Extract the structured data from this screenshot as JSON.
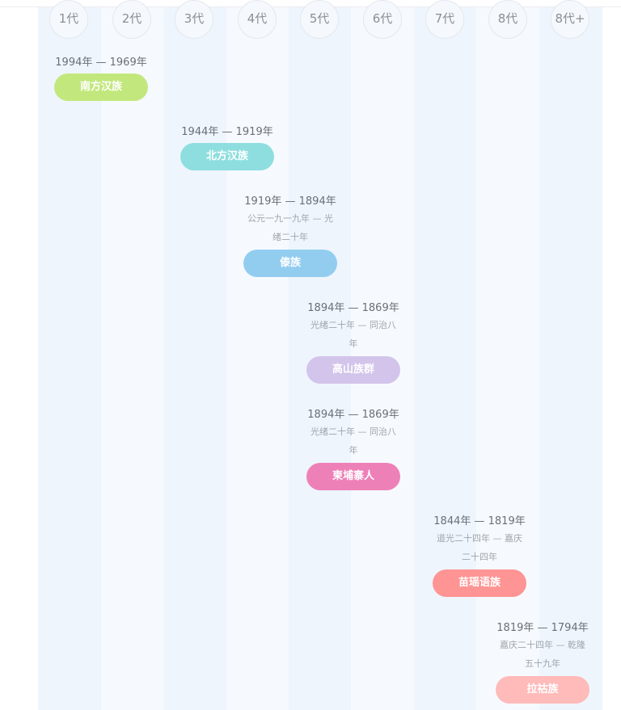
{
  "generations": [
    "1代",
    "2代",
    "3代",
    "4代",
    "5代",
    "6代",
    "7代",
    "8代",
    "8代+"
  ],
  "entries": [
    {
      "years": "1994年 — 1969年",
      "reign": "",
      "ethnicity": "南方汉族",
      "color": "#c2e87d"
    },
    {
      "years": "1944年 — 1919年",
      "reign": "",
      "ethnicity": "北方汉族",
      "color": "#8fdedf"
    },
    {
      "years": "1919年 — 1894年",
      "reign": "公元一九一九年 — 光绪二十年",
      "ethnicity": "傣族",
      "color": "#92cdf0"
    },
    {
      "years": "1894年 — 1869年",
      "reign": "光绪二十年 — 同治八年",
      "ethnicity": "高山族群",
      "color": "#d2c4ea"
    },
    {
      "years": "1894年 — 1869年",
      "reign": "光绪二十年 — 同治八年",
      "ethnicity": "柬埔寨人",
      "color": "#ee80b8"
    },
    {
      "years": "1844年 — 1819年",
      "reign": "道光二十四年 — 嘉庆二十四年",
      "ethnicity": "苗瑶语族",
      "color": "#ff9494"
    },
    {
      "years": "1819年 — 1794年",
      "reign": "嘉庆二十四年 — 乾隆五十九年",
      "ethnicity": "拉祜族",
      "color": "#ffbaba"
    }
  ]
}
